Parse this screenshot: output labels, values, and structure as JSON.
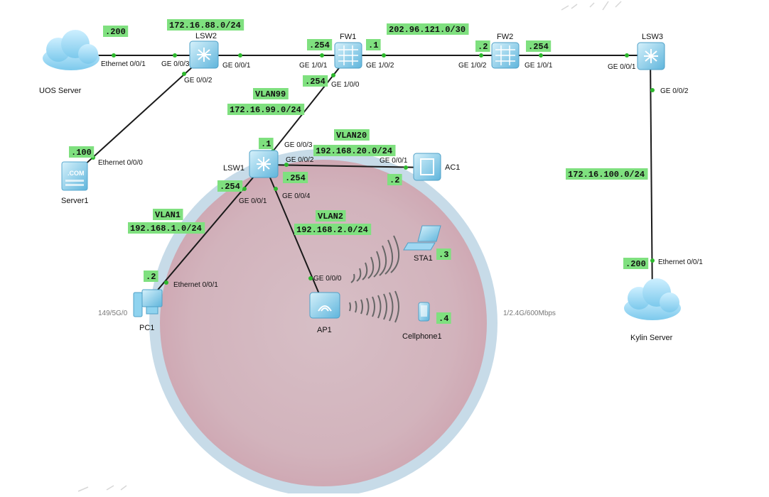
{
  "devices": {
    "uos_server": "UOS Server",
    "server1": "Server1",
    "lsw2": "LSW2",
    "fw1": "FW1",
    "fw2": "FW2",
    "lsw3": "LSW3",
    "lsw1": "LSW1",
    "ac1": "AC1",
    "ap1": "AP1",
    "sta1": "STA1",
    "cellphone1": "Cellphone1",
    "pc1": "PC1",
    "kylin_server": "Kylin Server"
  },
  "ports": {
    "uos_eth": "Ethernet 0/0/1",
    "lsw2_ge003": "GE 0/0/3",
    "lsw2_ge001": "GE 0/0/1",
    "lsw2_ge002": "GE 0/0/2",
    "server1_eth": "Ethernet 0/0/0",
    "fw1_ge101": "GE 1/0/1",
    "fw1_ge102": "GE 1/0/2",
    "fw1_ge100": "GE 1/0/0",
    "fw2_ge102": "GE 1/0/2",
    "fw2_ge101": "GE 1/0/1",
    "lsw3_ge001": "GE 0/0/1",
    "lsw3_ge002": "GE 0/0/2",
    "lsw1_ge003": "GE 0/0/3",
    "lsw1_ge002": "GE 0/0/2",
    "ac1_ge001": "GE 0/0/1",
    "lsw1_ge004": "GE 0/0/4",
    "lsw1_ge001": "GE 0/0/1",
    "ap1_ge000": "GE 0/0/0",
    "pc1_eth": "Ethernet 0/0/1",
    "kylin_eth": "Ethernet 0/0/1"
  },
  "tags": {
    "uos_ip": ".200",
    "lsw2_net": "172.16.88.0/24",
    "fw1_254": ".254",
    "fw1_1": ".1",
    "wan_net": "202.96.121.0/30",
    "fw2_2": ".2",
    "fw2_254": ".254",
    "fw1_lsw1_254": ".254",
    "vlan99": "VLAN99",
    "vlan99_net": "172.16.99.0/24",
    "server1_ip": ".100",
    "lsw1_1": ".1",
    "vlan20": "VLAN20",
    "vlan20_net": "192.168.20.0/24",
    "lsw1_254_a": ".254",
    "ac1_ip": ".2",
    "lsw1_254_b": ".254",
    "vlan1": "VLAN1",
    "vlan1_net": "192.168.1.0/24",
    "vlan2": "VLAN2",
    "vlan2_net": "192.168.2.0/24",
    "sta1_ip": ".3",
    "cell_ip": ".4",
    "pc1_ip": ".2",
    "lsw3_net": "172.16.100.0/24",
    "kylin_ip": ".200"
  },
  "wireless": {
    "left_text": "149/5G/0",
    "right_text": "1/2.4G/600Mbps"
  },
  "colors": {
    "link": "#1a1a1a",
    "tag": "#7fe07f",
    "coverage_outer": "#c4dcea",
    "coverage_inner": "#d6b8c0",
    "cloud": "#9fd8f2",
    "device": "#8fd3ef"
  }
}
